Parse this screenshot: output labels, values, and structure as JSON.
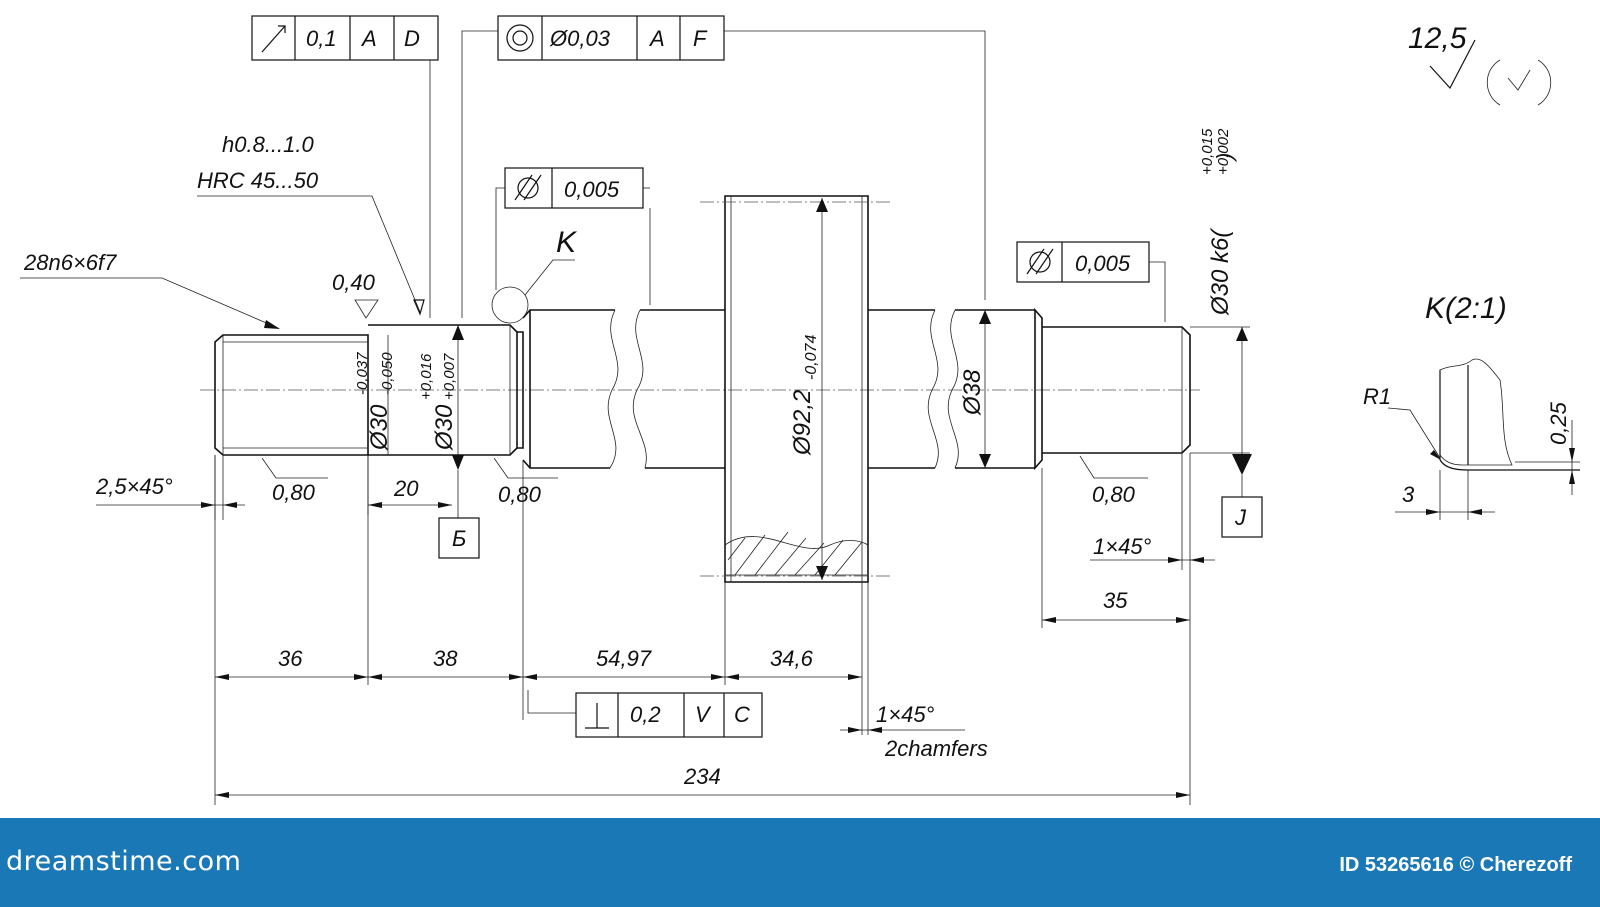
{
  "drawing": {
    "gdt_runout": {
      "symbol": "circular-runout-icon",
      "value": "0,1",
      "datum1": "A",
      "datum2": "D"
    },
    "gdt_concentric": {
      "symbol": "concentricity-icon",
      "value": "Ø0,03",
      "datum1": "A",
      "datum2": "F"
    },
    "gdt_cyl1": {
      "symbol": "cylindricity-icon",
      "value": "0,005"
    },
    "gdt_cyl2": {
      "symbol": "cylindricity-icon",
      "value": "0,005"
    },
    "gdt_perp": {
      "symbol": "perpendicularity-icon",
      "value": "0,2",
      "datum1": "V",
      "datum2": "C"
    },
    "surface_finish": {
      "value": "12,5"
    },
    "hardening": {
      "line1": "h0.8...1.0",
      "line2": "HRC 45...50"
    },
    "spline_label": "28n6×6f7",
    "roughness_040": "0,40",
    "detail_mark": "K",
    "detail_title": "K(2:1)",
    "dia30_thread": {
      "main": "Ø30",
      "upper": "-0,037",
      "lower": "-0,050"
    },
    "dia30_journal": {
      "main": "Ø30",
      "upper": "+0,016",
      "lower": "+0,007"
    },
    "dia92": {
      "main": "Ø92,2",
      "lower": "-0,074"
    },
    "dia38": "Ø38",
    "dia30_k6": {
      "main": "Ø30 k6(",
      "upper": "+0,015",
      "lower": "+0,002",
      ")": ")"
    },
    "chamfer_left": "2,5×45°",
    "roughness_labels": [
      "0,80",
      "0,80",
      "0,80"
    ],
    "len_20": "20",
    "datum_b": "Б",
    "datum_j": "J",
    "chamfer_right": "1×45°",
    "len_35": "35",
    "dims_bottom": [
      "36",
      "38",
      "54,97",
      "34,6"
    ],
    "chamfer_gear": {
      "line1": "1×45°",
      "line2": "2chamfers"
    },
    "overall_len": "234",
    "detail_r": "R1",
    "detail_3": "3",
    "detail_025": "0,25"
  },
  "footer": {
    "logo": "dreamstime.com",
    "credit": "ID 53265616 © Cherezoff",
    "color": "#1a78b6"
  }
}
